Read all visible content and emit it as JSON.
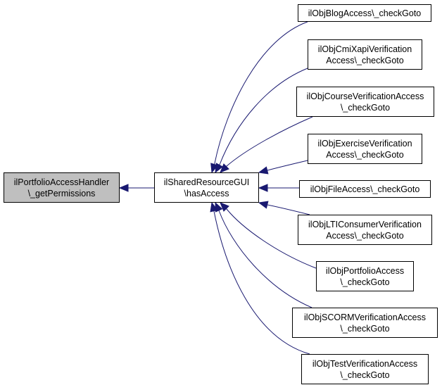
{
  "graph": {
    "colors": {
      "edge": "#191970",
      "node_border": "#000000",
      "root_fill": "#bfbfbf",
      "node_fill": "#ffffff"
    },
    "root": {
      "id": "portfolio_get_permissions",
      "lines": [
        "ilPortfolioAccessHandler",
        "\\_getPermissions"
      ]
    },
    "center": {
      "id": "shared_resource_has_access",
      "lines": [
        "ilSharedResourceGUI",
        "\\hasAccess"
      ]
    },
    "callers": [
      {
        "id": "blog",
        "lines": [
          "ilObjBlogAccess\\_checkGoto"
        ]
      },
      {
        "id": "cmixapi",
        "lines": [
          "ilObjCmiXapiVerification",
          "Access\\_checkGoto"
        ]
      },
      {
        "id": "course",
        "lines": [
          "ilObjCourseVerificationAccess",
          "\\_checkGoto"
        ]
      },
      {
        "id": "exercise",
        "lines": [
          "ilObjExerciseVerification",
          "Access\\_checkGoto"
        ]
      },
      {
        "id": "file",
        "lines": [
          "ilObjFileAccess\\_checkGoto"
        ]
      },
      {
        "id": "lti",
        "lines": [
          "ilObjLTIConsumerVerification",
          "Access\\_checkGoto"
        ]
      },
      {
        "id": "portfolio",
        "lines": [
          "ilObjPortfolioAccess",
          "\\_checkGoto"
        ]
      },
      {
        "id": "scorm",
        "lines": [
          "ilObjSCORMVerificationAccess",
          "\\_checkGoto"
        ]
      },
      {
        "id": "test",
        "lines": [
          "ilObjTestVerificationAccess",
          "\\_checkGoto"
        ]
      }
    ],
    "edges": [
      {
        "from": "shared_resource_has_access",
        "to": "portfolio_get_permissions"
      },
      {
        "from": "blog",
        "to": "shared_resource_has_access"
      },
      {
        "from": "cmixapi",
        "to": "shared_resource_has_access"
      },
      {
        "from": "course",
        "to": "shared_resource_has_access"
      },
      {
        "from": "exercise",
        "to": "shared_resource_has_access"
      },
      {
        "from": "file",
        "to": "shared_resource_has_access"
      },
      {
        "from": "lti",
        "to": "shared_resource_has_access"
      },
      {
        "from": "portfolio",
        "to": "shared_resource_has_access"
      },
      {
        "from": "scorm",
        "to": "shared_resource_has_access"
      },
      {
        "from": "test",
        "to": "shared_resource_has_access"
      }
    ]
  }
}
